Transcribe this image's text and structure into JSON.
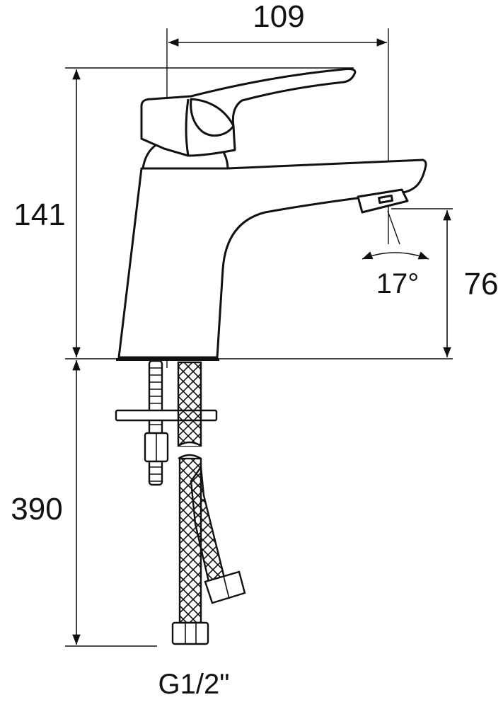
{
  "dimensions": {
    "width_top": "109",
    "height_body": "141",
    "spout_height": "76",
    "angle": "17°",
    "hose_length": "390",
    "connection": "G1/2\""
  },
  "colors": {
    "stroke": "#111111",
    "background": "#ffffff"
  }
}
